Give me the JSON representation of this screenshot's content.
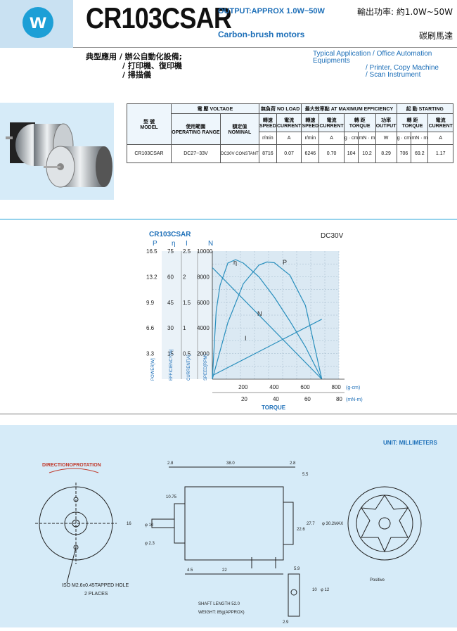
{
  "header": {
    "logo_letter": "w",
    "model": "CR103CSAR",
    "output_en": "OUTPUT:APPROX 1.0W~50W",
    "type_en": "Carbon-brush motors",
    "output_zh": "輸出功率: 約1.0W~50W",
    "type_zh": "碳刷馬達"
  },
  "applications": {
    "zh": [
      "典型應用  /  辦公自動化設備;",
      "/  打印機、復印機",
      "/  掃描儀"
    ],
    "en": [
      "Typical Application / Office Automation Equipments",
      "/ Printer, Copy Machine",
      "/ Scan Instrument"
    ]
  },
  "table": {
    "model_zh": "型  號",
    "model_en": "MODEL",
    "voltage_group": "電 壓 VOLTAGE",
    "noload_group": "無負荷 NO LOAD",
    "maxeff_group": "最大效率點 AT MAXIMUM EFFICIENCY",
    "starting_group": "起 動 STARTING",
    "col_range_zh": "使用範圍",
    "col_range_en": "OPERATING RANGE",
    "col_nominal_zh": "額定值",
    "col_nominal_en": "NOMINAL",
    "col_speed_zh": "轉速",
    "col_speed_en": "SPEED",
    "col_current_zh": "電流",
    "col_current_en": "CURRENT",
    "col_torque_zh": "轉  距",
    "col_torque_en": "TORQUE",
    "col_output_zh": "功率",
    "col_output_en": "OUTPUT",
    "unit_rmin": "r/min",
    "unit_a": "A",
    "unit_gcm": "g · cm",
    "unit_mnm": "mN · m",
    "unit_w": "W",
    "row": {
      "model": "CR103CSAR",
      "range": "DC27~33V",
      "nominal": "DC30V CONSTANT",
      "noload_speed": "8716",
      "noload_current": "0.07",
      "eff_speed": "6246",
      "eff_current": "0.70",
      "eff_torque_gcm": "104",
      "eff_torque_mnm": "10.2",
      "eff_output": "8.29",
      "start_torque_gcm": "706",
      "start_torque_mnm": "69.2",
      "start_current": "1.17"
    }
  },
  "chart_data": {
    "type": "line",
    "title": "CR103CSAR",
    "subtitle": "DC30V",
    "axis_heads": [
      "P",
      "η",
      "I",
      "N"
    ],
    "power_ticks": [
      "16.5",
      "13.2",
      "9.9",
      "6.6",
      "3.3"
    ],
    "eff_ticks": [
      "75",
      "60",
      "45",
      "30",
      "15"
    ],
    "current_ticks": [
      "2.5",
      "2",
      "1.5",
      "1",
      "0.5"
    ],
    "speed_ticks": [
      "10000",
      "8000",
      "6000",
      "4000",
      "2000"
    ],
    "x_gcm_ticks": [
      "200",
      "400",
      "600",
      "800"
    ],
    "x_gcm_unit": "(g-cm)",
    "x_mnm_ticks": [
      "20",
      "40",
      "60",
      "80"
    ],
    "x_mnm_unit": "(mN-m)",
    "xlabel": "TORQUE",
    "vertical_labels": [
      "POWER[W]",
      "EFFICIENCY[%]",
      "CURRENT[A]",
      "SPEED[RPM]"
    ],
    "curve_labels": [
      "η",
      "P",
      "N",
      "I"
    ],
    "ylim_power": [
      0,
      16.5
    ],
    "ylim_eff": [
      0,
      75
    ],
    "ylim_current": [
      0,
      2.5
    ],
    "ylim_speed": [
      0,
      10000
    ],
    "xlim_gcm": [
      0,
      816
    ],
    "series": [
      {
        "name": "N",
        "x": [
          0,
          706
        ],
        "values": [
          8716,
          0
        ]
      },
      {
        "name": "I",
        "x": [
          0,
          706
        ],
        "values": [
          0.07,
          1.17
        ]
      },
      {
        "name": "P",
        "x": [
          0,
          100,
          200,
          300,
          353,
          400,
          500,
          600,
          706
        ],
        "values": [
          0,
          7.3,
          12.3,
          14.7,
          15.1,
          15.0,
          13.4,
          9.5,
          0
        ]
      },
      {
        "name": "η",
        "x": [
          0,
          25,
          50,
          100,
          150,
          200,
          300,
          400,
          500,
          600,
          706
        ],
        "values": [
          0,
          40,
          55,
          68,
          70,
          68,
          60,
          48,
          34,
          19,
          0
        ]
      }
    ]
  },
  "drawing": {
    "units": "UNIT: MILLIMETERS",
    "direction": "DIRECTIONOFROTATION",
    "hole_note": "ISO M2.6x0.45TAPPED HOLE",
    "hole_count": "2 PLACES",
    "shaft": "SHAFT LENGTH 52.0",
    "weight": "WEIGHT: 85g(APPROX)",
    "positive": "Positive",
    "dims": [
      "2.8",
      "38.0",
      "2.8",
      "5.5",
      "10.75",
      "φ 10",
      "16",
      "φ 2.3",
      "27.7",
      "φ 30.2MAX",
      "22.6",
      "4.5",
      "22",
      "5.9",
      "φ 12",
      "10",
      "2.9"
    ]
  }
}
